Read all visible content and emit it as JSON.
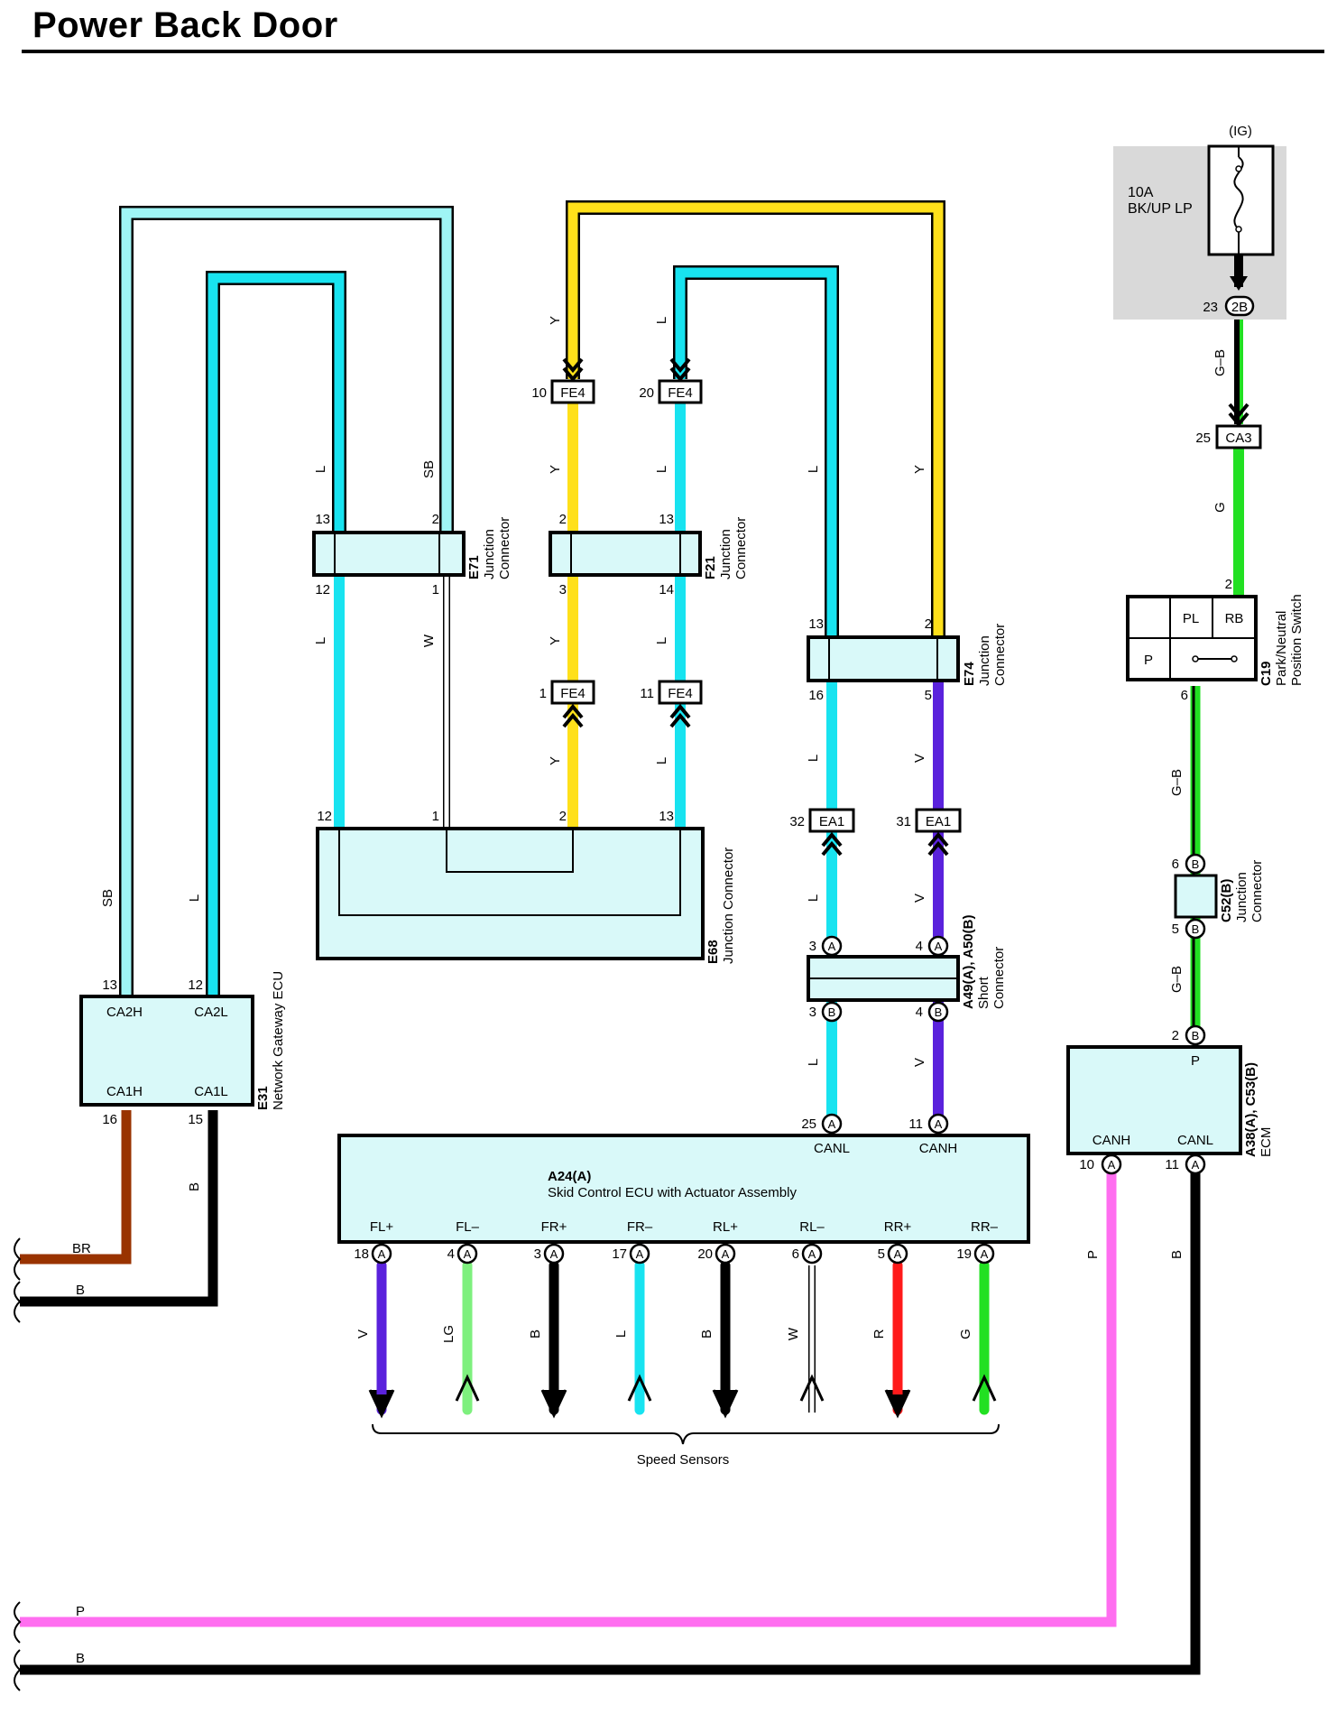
{
  "page": {
    "title": "Power Back Door"
  },
  "fuse": {
    "ig_label": "(IG)",
    "rating": "10A",
    "name": "BK/UP LP",
    "pin": "23",
    "connector": "2B"
  },
  "wire_colors": {
    "SB": "#9ff5f5",
    "L": "#18e3f0",
    "Y": "#ffe01a",
    "V": "#5a22dc",
    "G": "#22e022",
    "G-B": "#22e022",
    "LG": "#7ef07e",
    "B": "#000000",
    "R": "#ff1a1a",
    "P": "#ff6ef0",
    "BR": "#993300",
    "W": "#ffffff",
    "box_fill": "#d9f9f9",
    "fuse_bg": "#d9d9d9"
  },
  "wire_labels": {
    "sb_left": "SB",
    "l_left": "L",
    "l_e71": "L",
    "sb_e71": "SB",
    "l_e71_below": "L",
    "w_e71": "W",
    "y_top": "Y",
    "l_top": "L",
    "y_f21_above": "Y",
    "l_f21_above": "L",
    "y_f21_below": "Y",
    "l_f21_below": "L",
    "y_fe4_below": "Y",
    "l_fe4_below": "L",
    "l_e74_above": "L",
    "y_e74_above": "Y",
    "l_e74_below": "L",
    "v_e74_below": "V",
    "l_ea1_below": "L",
    "v_ea1_below": "V",
    "l_short_below": "L",
    "v_short_below": "V",
    "gb_top": "G–B",
    "g_mid": "G",
    "gb_mid": "G–B",
    "gb_low": "G–B",
    "b_e31": "B",
    "br_bus": "BR",
    "b_bus1": "B",
    "p_ecm": "P",
    "b_ecm": "B",
    "p_bus": "P",
    "b_bus2": "B"
  },
  "connectors": {
    "fe4_top_y": {
      "pin": "10",
      "id": "FE4"
    },
    "fe4_top_l": {
      "pin": "20",
      "id": "FE4"
    },
    "fe4_bot_y": {
      "pin": "1",
      "id": "FE4"
    },
    "fe4_bot_l": {
      "pin": "11",
      "id": "FE4"
    },
    "ea1_l": {
      "pin": "32",
      "id": "EA1"
    },
    "ea1_v": {
      "pin": "31",
      "id": "EA1"
    },
    "ca3": {
      "pin": "25",
      "id": "CA3"
    }
  },
  "e71": {
    "pins": {
      "l_top": "13",
      "sb_top": "2",
      "l_bot": "12",
      "w_bot": "1"
    },
    "code": "E71",
    "label1": "Junction",
    "label2": "Connector"
  },
  "f21": {
    "pins": {
      "y_top": "2",
      "l_top": "13",
      "y_bot": "3",
      "l_bot": "14"
    },
    "code": "F21",
    "label1": "Junction",
    "label2": "Connector"
  },
  "e74": {
    "pins": {
      "l_top": "13",
      "y_top": "2",
      "l_bot": "16",
      "v_bot": "5"
    },
    "code": "E74",
    "label1": "Junction",
    "label2": "Connector"
  },
  "e68": {
    "pins": {
      "p12": "12",
      "p1": "1",
      "p2": "2",
      "p13": "13"
    },
    "code": "E68",
    "label": "Junction Connector"
  },
  "short": {
    "pins": {
      "a3": "3",
      "a4": "4",
      "b3": "3",
      "b4": "4"
    },
    "code": "A49(A), A50(B)",
    "label1": "Short",
    "label2": "Connector"
  },
  "e31": {
    "pins": {
      "p13": "13",
      "p12": "12",
      "p16": "16",
      "p15": "15"
    },
    "terminals": {
      "ca2h": "CA2H",
      "ca2l": "CA2L",
      "ca1h": "CA1H",
      "ca1l": "CA1L"
    },
    "code": "E31",
    "label": "Network Gateway ECU"
  },
  "c19": {
    "pins": {
      "p2": "2",
      "p6": "6"
    },
    "cells": {
      "pl": "PL",
      "rb": "RB",
      "p": "P"
    },
    "code": "C19",
    "label1": "Park/Neutral",
    "label2": "Position Switch"
  },
  "c52": {
    "pins": {
      "p6": "6",
      "p5": "5"
    },
    "code": "C52(B)",
    "label1": "Junction",
    "label2": "Connector"
  },
  "ecm": {
    "pins": {
      "p2": "2",
      "p10": "10",
      "p11": "11"
    },
    "terminals": {
      "p": "P",
      "canh": "CANH",
      "canl": "CANL"
    },
    "code": "A38(A), C53(B)",
    "label": "ECM"
  },
  "a24": {
    "code": "A24(A)",
    "name": "Skid Control ECU with Actuator Assembly",
    "can_pins": {
      "canl_pin": "25",
      "canh_pin": "11",
      "canl": "CANL",
      "canh": "CANH"
    },
    "terminals": [
      {
        "name": "FL+",
        "pin": "18",
        "wire": "V"
      },
      {
        "name": "FL–",
        "pin": "4",
        "wire": "LG"
      },
      {
        "name": "FR+",
        "pin": "3",
        "wire": "B"
      },
      {
        "name": "FR–",
        "pin": "17",
        "wire": "L"
      },
      {
        "name": "RL+",
        "pin": "20",
        "wire": "B"
      },
      {
        "name": "RL–",
        "pin": "6",
        "wire": "W"
      },
      {
        "name": "RR+",
        "pin": "5",
        "wire": "R"
      },
      {
        "name": "RR–",
        "pin": "19",
        "wire": "G"
      }
    ],
    "sensors_label": "Speed Sensors"
  },
  "markers": {
    "a": "A",
    "b": "B"
  }
}
